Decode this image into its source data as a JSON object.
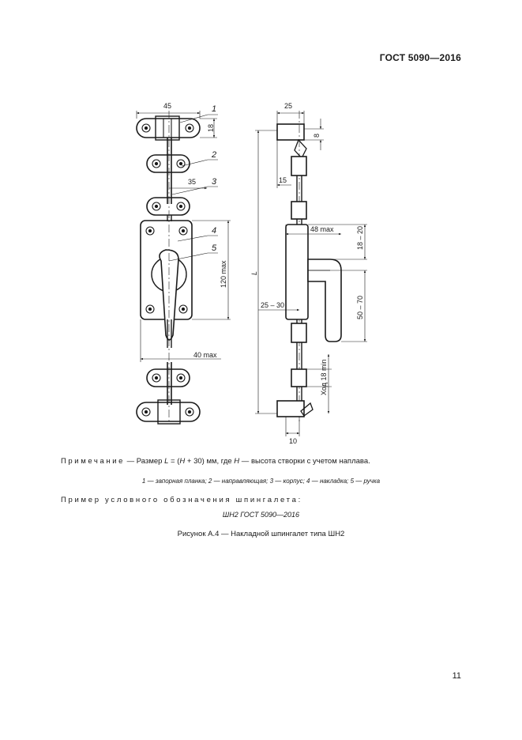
{
  "header": {
    "standard": "ГОСТ 5090—2016"
  },
  "drawing": {
    "dimensions": {
      "plate_width": "45",
      "plate_height": "18",
      "guide_offset": "35",
      "housing_height": "120 max",
      "housing_width": "40 max",
      "side_width": "25",
      "side_small": "8",
      "side_offset": "15",
      "side_depth": "48 max",
      "handle_range_top": "18 – 20",
      "handle_range": "50 – 70",
      "handle_offset": "25 – 30",
      "stroke": "Ход 18 min",
      "bottom_width": "10",
      "total_length": "L"
    },
    "callouts": [
      "1",
      "2",
      "3",
      "4",
      "5"
    ]
  },
  "note": {
    "label": "Примечание",
    "text_before": " — Размер ",
    "formula_l": "L",
    "formula_mid": " = (",
    "formula_h": "H",
    "formula_end": " + 30) мм, где ",
    "formula_h2": "H",
    "text_after": " — высота створки с учетом наплава."
  },
  "legend": "1 — запорная планка; 2 — направляющая; 3 — корпус; 4 — накладка; 5 — ручка",
  "example": {
    "label": "Пример условного обозначения шпингалета:",
    "value": "ШН2 ГОСТ 5090—2016"
  },
  "caption": "Рисунок А.4 — Накладной шпингалет типа ШН2",
  "page_number": "11"
}
